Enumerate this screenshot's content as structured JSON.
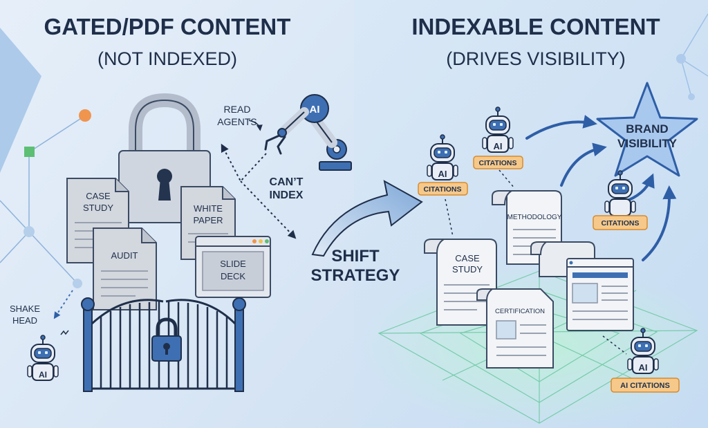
{
  "left_panel": {
    "title": "GATED/PDF CONTENT",
    "subtitle": "(NOT INDEXED)",
    "docs": {
      "case_study": [
        "CASE",
        "STUDY"
      ],
      "audit": "AUDIT",
      "white_paper": [
        "WHITE",
        "PAPER"
      ],
      "slide_deck": [
        "SLIDE",
        "DECK"
      ]
    },
    "read_agents": [
      "READ",
      "AGENTS"
    ],
    "arm_label": "AI",
    "cant_index": [
      "CAN’T",
      "INDEX"
    ],
    "shake_head": [
      "SHAKE",
      "HEAD"
    ],
    "robot_label": "AI"
  },
  "center": {
    "shift_strategy": [
      "SHIFT",
      "STRATEGY"
    ]
  },
  "right_panel": {
    "title": "INDEXABLE CONTENT",
    "subtitle": "(DRIVES VISIBILITY)",
    "star_label": [
      "BRAND",
      "VISIBILITY"
    ],
    "robots": [
      {
        "label": "AI",
        "badge": "CITATIONS"
      },
      {
        "label": "AI",
        "badge": "CITATIONS"
      },
      {
        "label": "",
        "badge": "CITATIONS"
      },
      {
        "label": "AI",
        "badge": "AI CITATIONS"
      }
    ],
    "docs": {
      "methodology": "METHODOLOGY",
      "case_study": [
        "CASE",
        "STUDY"
      ],
      "certification": "CERTIFICATION"
    }
  },
  "colors": {
    "left_bg": "#dbe8f5",
    "right_bg": "#cfe2f4",
    "navy": "#1f2f4a",
    "badge_fill": "#f6c98a",
    "badge_stroke": "#d88a2c",
    "accent_blue": "#3e6fb3",
    "star_fill": "#a9c8ee",
    "web_green": "#7fd6b0"
  }
}
